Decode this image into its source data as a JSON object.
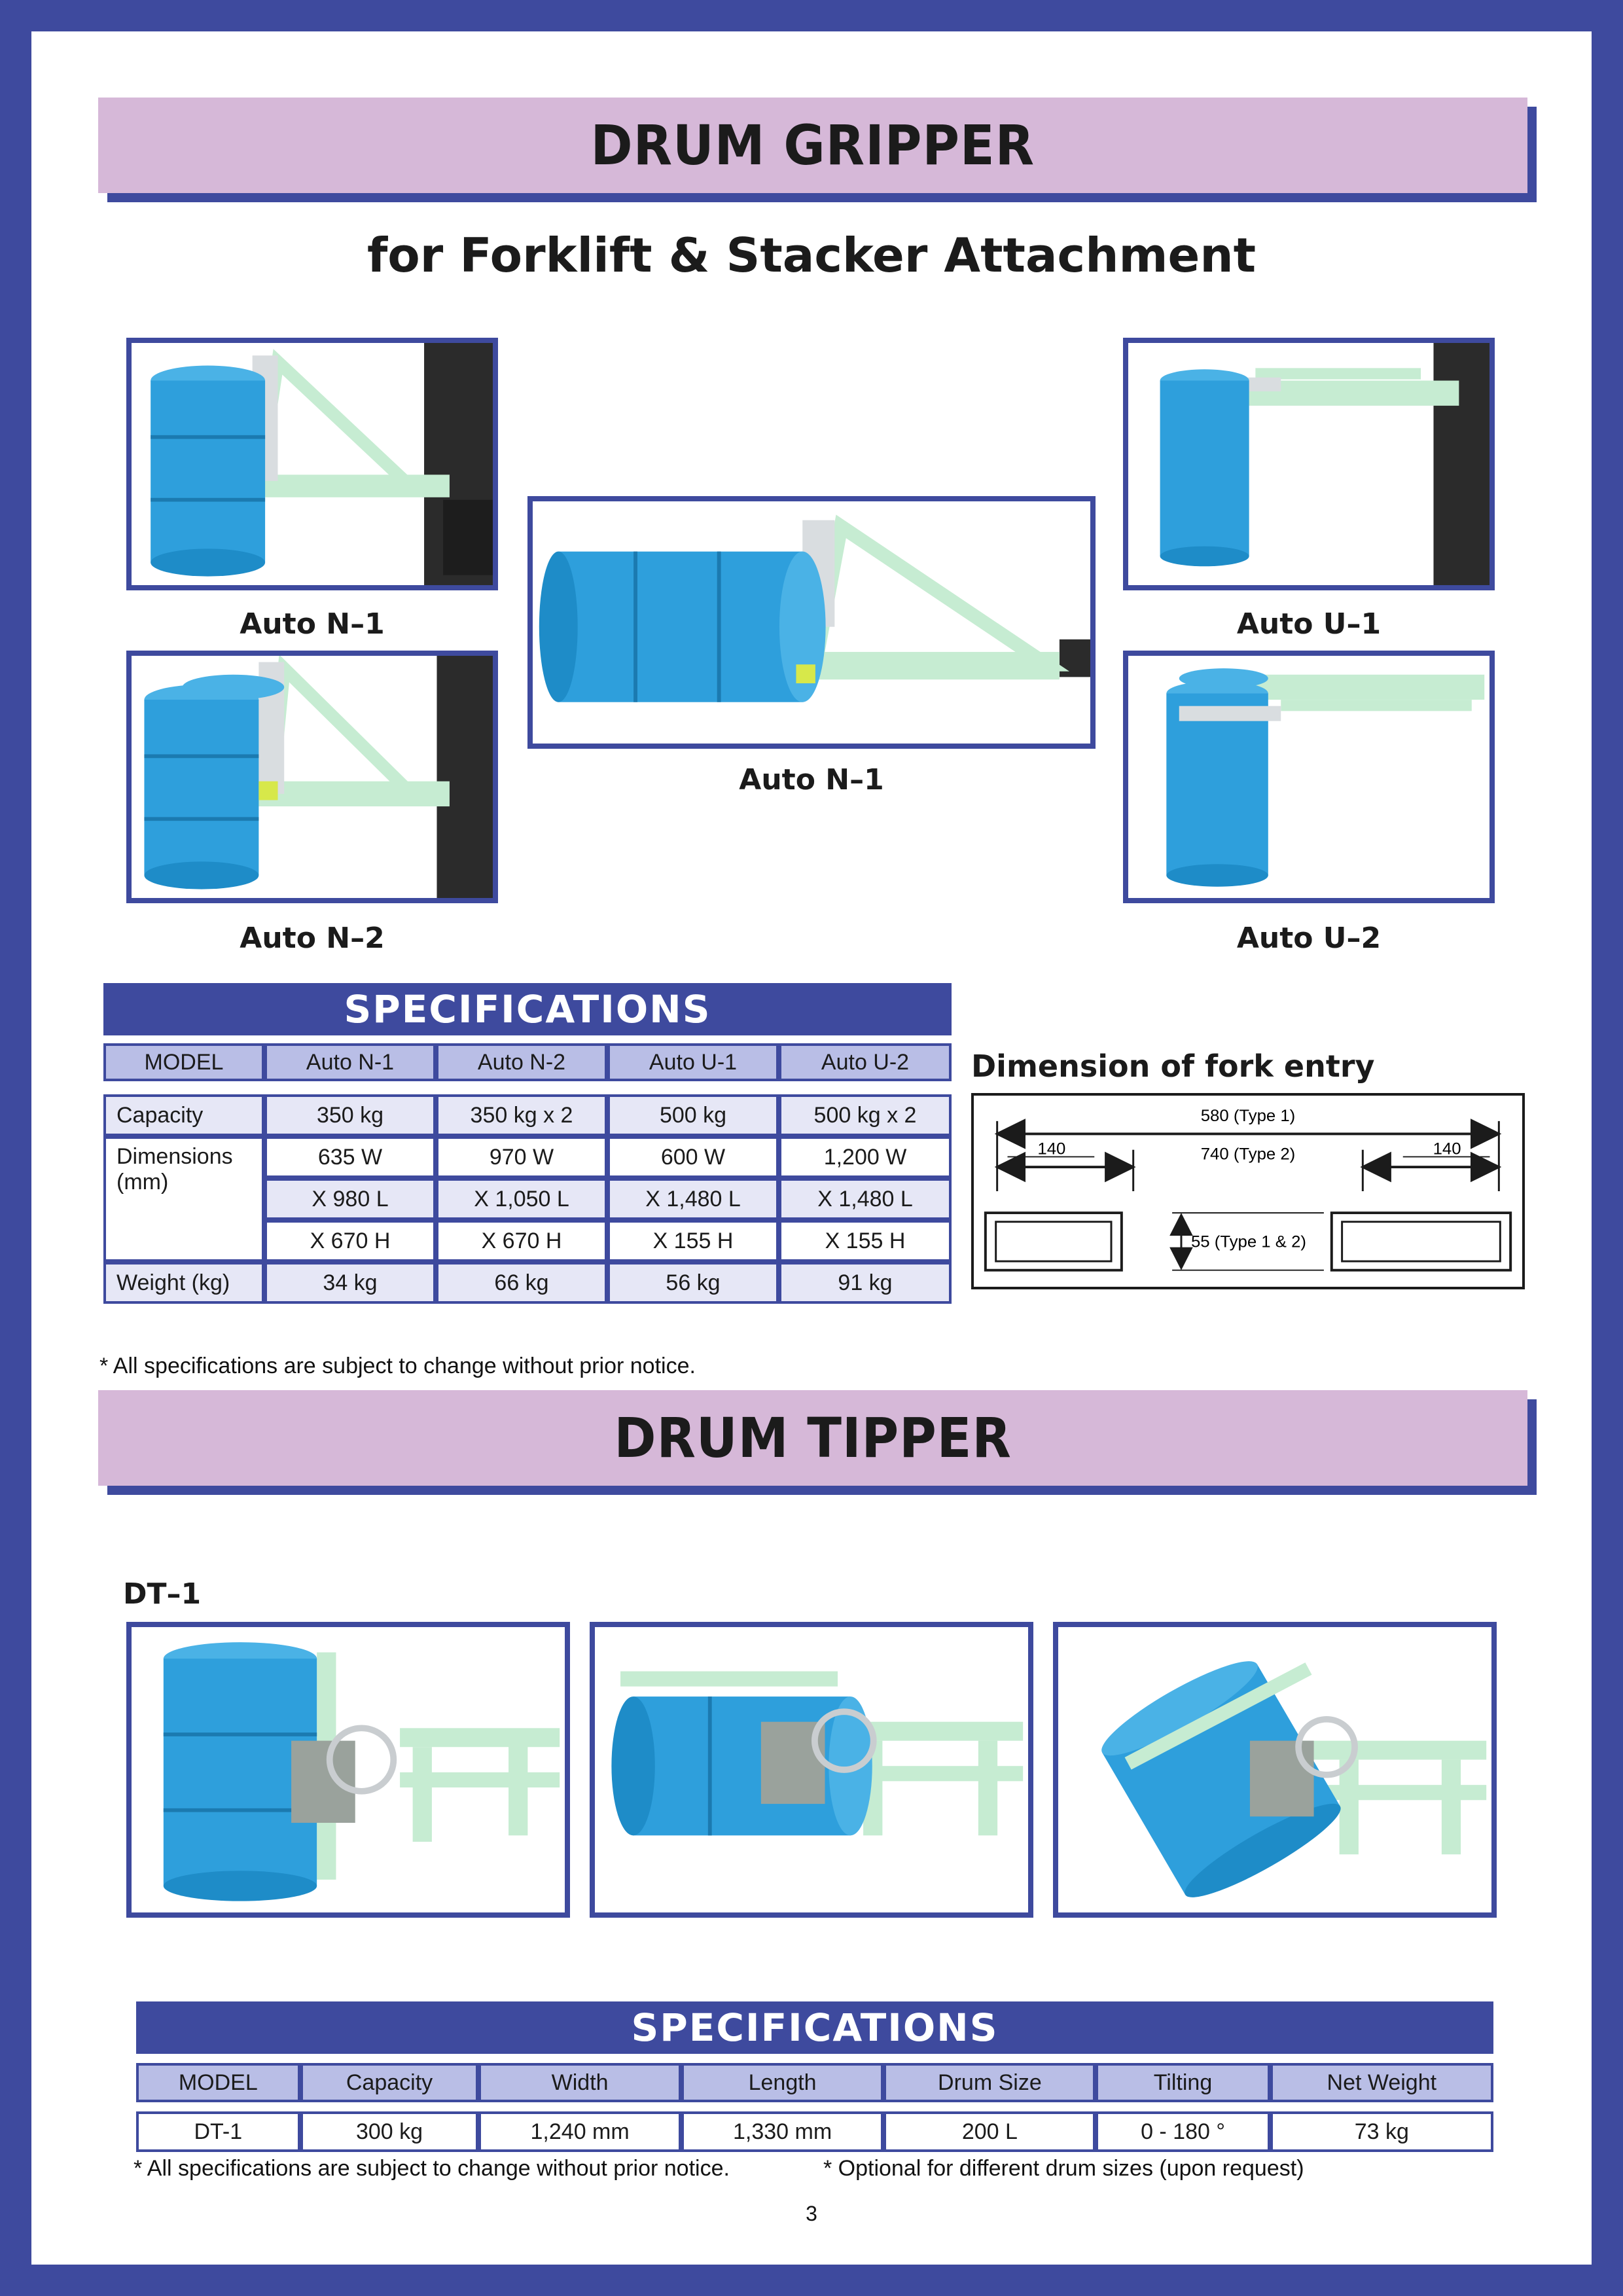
{
  "gripper": {
    "title": "DRUM GRIPPER",
    "subtitle": "for Forklift & Stacker Attachment",
    "captions": {
      "n1_top": "Auto N–1",
      "n1_center": "Auto N–1",
      "n2": "Auto N–2",
      "u1": "Auto U–1",
      "u2": "Auto U–2"
    },
    "spec_title": "SPECIFICATIONS",
    "headers": [
      "MODEL",
      "Auto N-1",
      "Auto N-2",
      "Auto U-1",
      "Auto U-2"
    ],
    "capacity": {
      "label": "Capacity",
      "values": [
        "350 kg",
        "350 kg x 2",
        "500 kg",
        "500 kg x 2"
      ]
    },
    "dimensions": {
      "label_line1": "Dimensions",
      "label_line2": "(mm)",
      "w": [
        "635 W",
        "970 W",
        "600 W",
        "1,200 W"
      ],
      "l": [
        "X 980 L",
        "X 1,050 L",
        "X 1,480 L",
        "X 1,480 L"
      ],
      "h": [
        "X 670 H",
        "X 670 H",
        "X 155 H",
        "X 155 H"
      ]
    },
    "weight": {
      "label": "Weight (kg)",
      "values": [
        "34 kg",
        "66 kg",
        "56 kg",
        "91 kg"
      ]
    },
    "note": "* All specifications are subject to change without prior notice."
  },
  "fork_entry": {
    "title": "Dimension of fork entry",
    "type1": "580 (Type 1)",
    "type2": "740 (Type 2)",
    "left": "140",
    "right": "140",
    "height": "55 (Type 1 & 2)"
  },
  "tipper": {
    "title": "DRUM TIPPER",
    "model_label": "DT–1",
    "spec_title": "SPECIFICATIONS",
    "headers": [
      "MODEL",
      "Capacity",
      "Width",
      "Length",
      "Drum Size",
      "Tilting",
      "Net Weight"
    ],
    "row": [
      "DT-1",
      "300 kg",
      "1,240 mm",
      "1,330 mm",
      "200 L",
      "0 - 180 °",
      "73 kg"
    ],
    "note1": "* All specifications are subject to change without prior notice.",
    "note2": "* Optional for different drum sizes (upon request)"
  },
  "page_number": "3",
  "colors": {
    "frame": "#3e4a9e",
    "banner": "#d6b8d8",
    "drum": "#2e9fdc",
    "machine": "#c6ecd2"
  }
}
